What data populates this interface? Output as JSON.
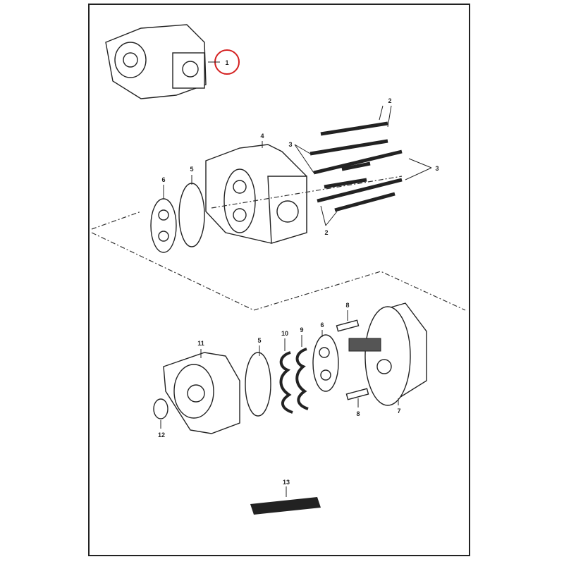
{
  "diagram": {
    "type": "exploded-parts-view",
    "highlight_color": "#d42020",
    "callouts": [
      {
        "id": "c1",
        "text": "1",
        "highlighted": true
      },
      {
        "id": "c2a",
        "text": "2"
      },
      {
        "id": "c3a",
        "text": "3"
      },
      {
        "id": "c4",
        "text": "4"
      },
      {
        "id": "c3b",
        "text": "3"
      },
      {
        "id": "c6a",
        "text": "6"
      },
      {
        "id": "c5a",
        "text": "5"
      },
      {
        "id": "c2b",
        "text": "2"
      },
      {
        "id": "c8a",
        "text": "8"
      },
      {
        "id": "c11",
        "text": "11"
      },
      {
        "id": "c5b",
        "text": "5"
      },
      {
        "id": "c10",
        "text": "10"
      },
      {
        "id": "c9",
        "text": "9"
      },
      {
        "id": "c6b",
        "text": "6"
      },
      {
        "id": "c12",
        "text": "12"
      },
      {
        "id": "c8b",
        "text": "8"
      },
      {
        "id": "c7",
        "text": "7"
      },
      {
        "id": "c13",
        "text": "13"
      }
    ]
  }
}
